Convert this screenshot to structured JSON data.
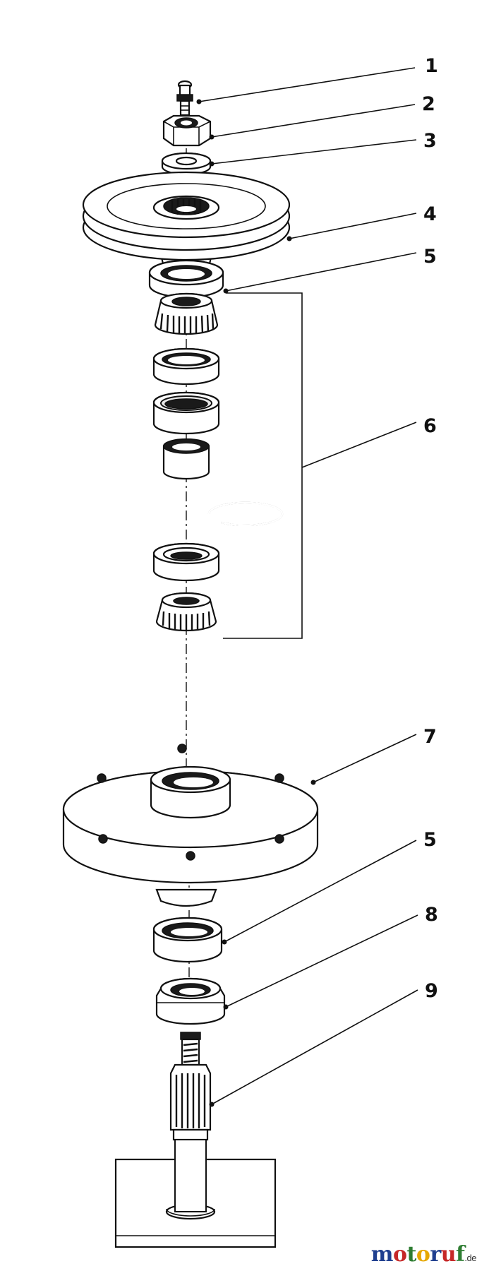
{
  "diagram": {
    "type": "exploded-parts-view",
    "callouts": [
      {
        "id": "c1",
        "label": "1"
      },
      {
        "id": "c2",
        "label": "2"
      },
      {
        "id": "c3",
        "label": "3"
      },
      {
        "id": "c4",
        "label": "4"
      },
      {
        "id": "c5a",
        "label": "5"
      },
      {
        "id": "c6",
        "label": "6"
      },
      {
        "id": "c7",
        "label": "7"
      },
      {
        "id": "c5b",
        "label": "5"
      },
      {
        "id": "c8",
        "label": "8"
      },
      {
        "id": "c9",
        "label": "9"
      }
    ]
  },
  "watermark": {
    "letters": [
      "m",
      "o",
      "t",
      "o",
      "r",
      "u",
      "f"
    ],
    "letter_colors": [
      "#1f3f8f",
      "#c62828",
      "#2e7d32",
      "#e6a800",
      "#1f3f8f",
      "#c62828",
      "#2e7d32"
    ],
    "suffix": ".de"
  }
}
